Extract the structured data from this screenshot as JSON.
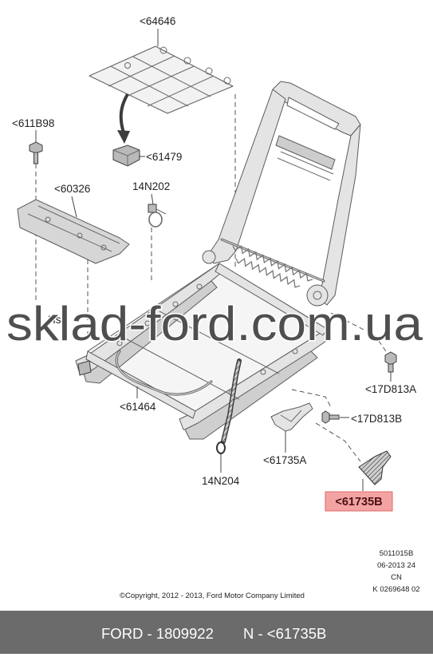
{
  "diagram": {
    "labels": {
      "mat": "<64646",
      "push_pin": "<611B98",
      "clip": "<61479",
      "pan": "<60326",
      "clip_14n202": "14N202",
      "hidden_fragment": "Hs",
      "bolt_a": "<17D813A",
      "wire": "<61464",
      "bolt_b": "<17D813B",
      "bracket_a": "<61735A",
      "strap": "14N204",
      "bracket_b": "<61735B"
    },
    "highlight_fill": "#f4a3a3",
    "highlight_stroke": "#e06a6a"
  },
  "watermark": "sklad-ford.com.ua",
  "drawing_info": [
    "5011015B",
    "06-2013 24",
    "CN",
    "K 0269648 02"
  ],
  "copyright": "©Copyright, 2012 - 2013, Ford Motor Company Limited",
  "footer": {
    "part_number": "FORD - 1809922",
    "reference": "N - <61735B",
    "background": "#6b6b6b",
    "text_color": "#ffffff"
  }
}
